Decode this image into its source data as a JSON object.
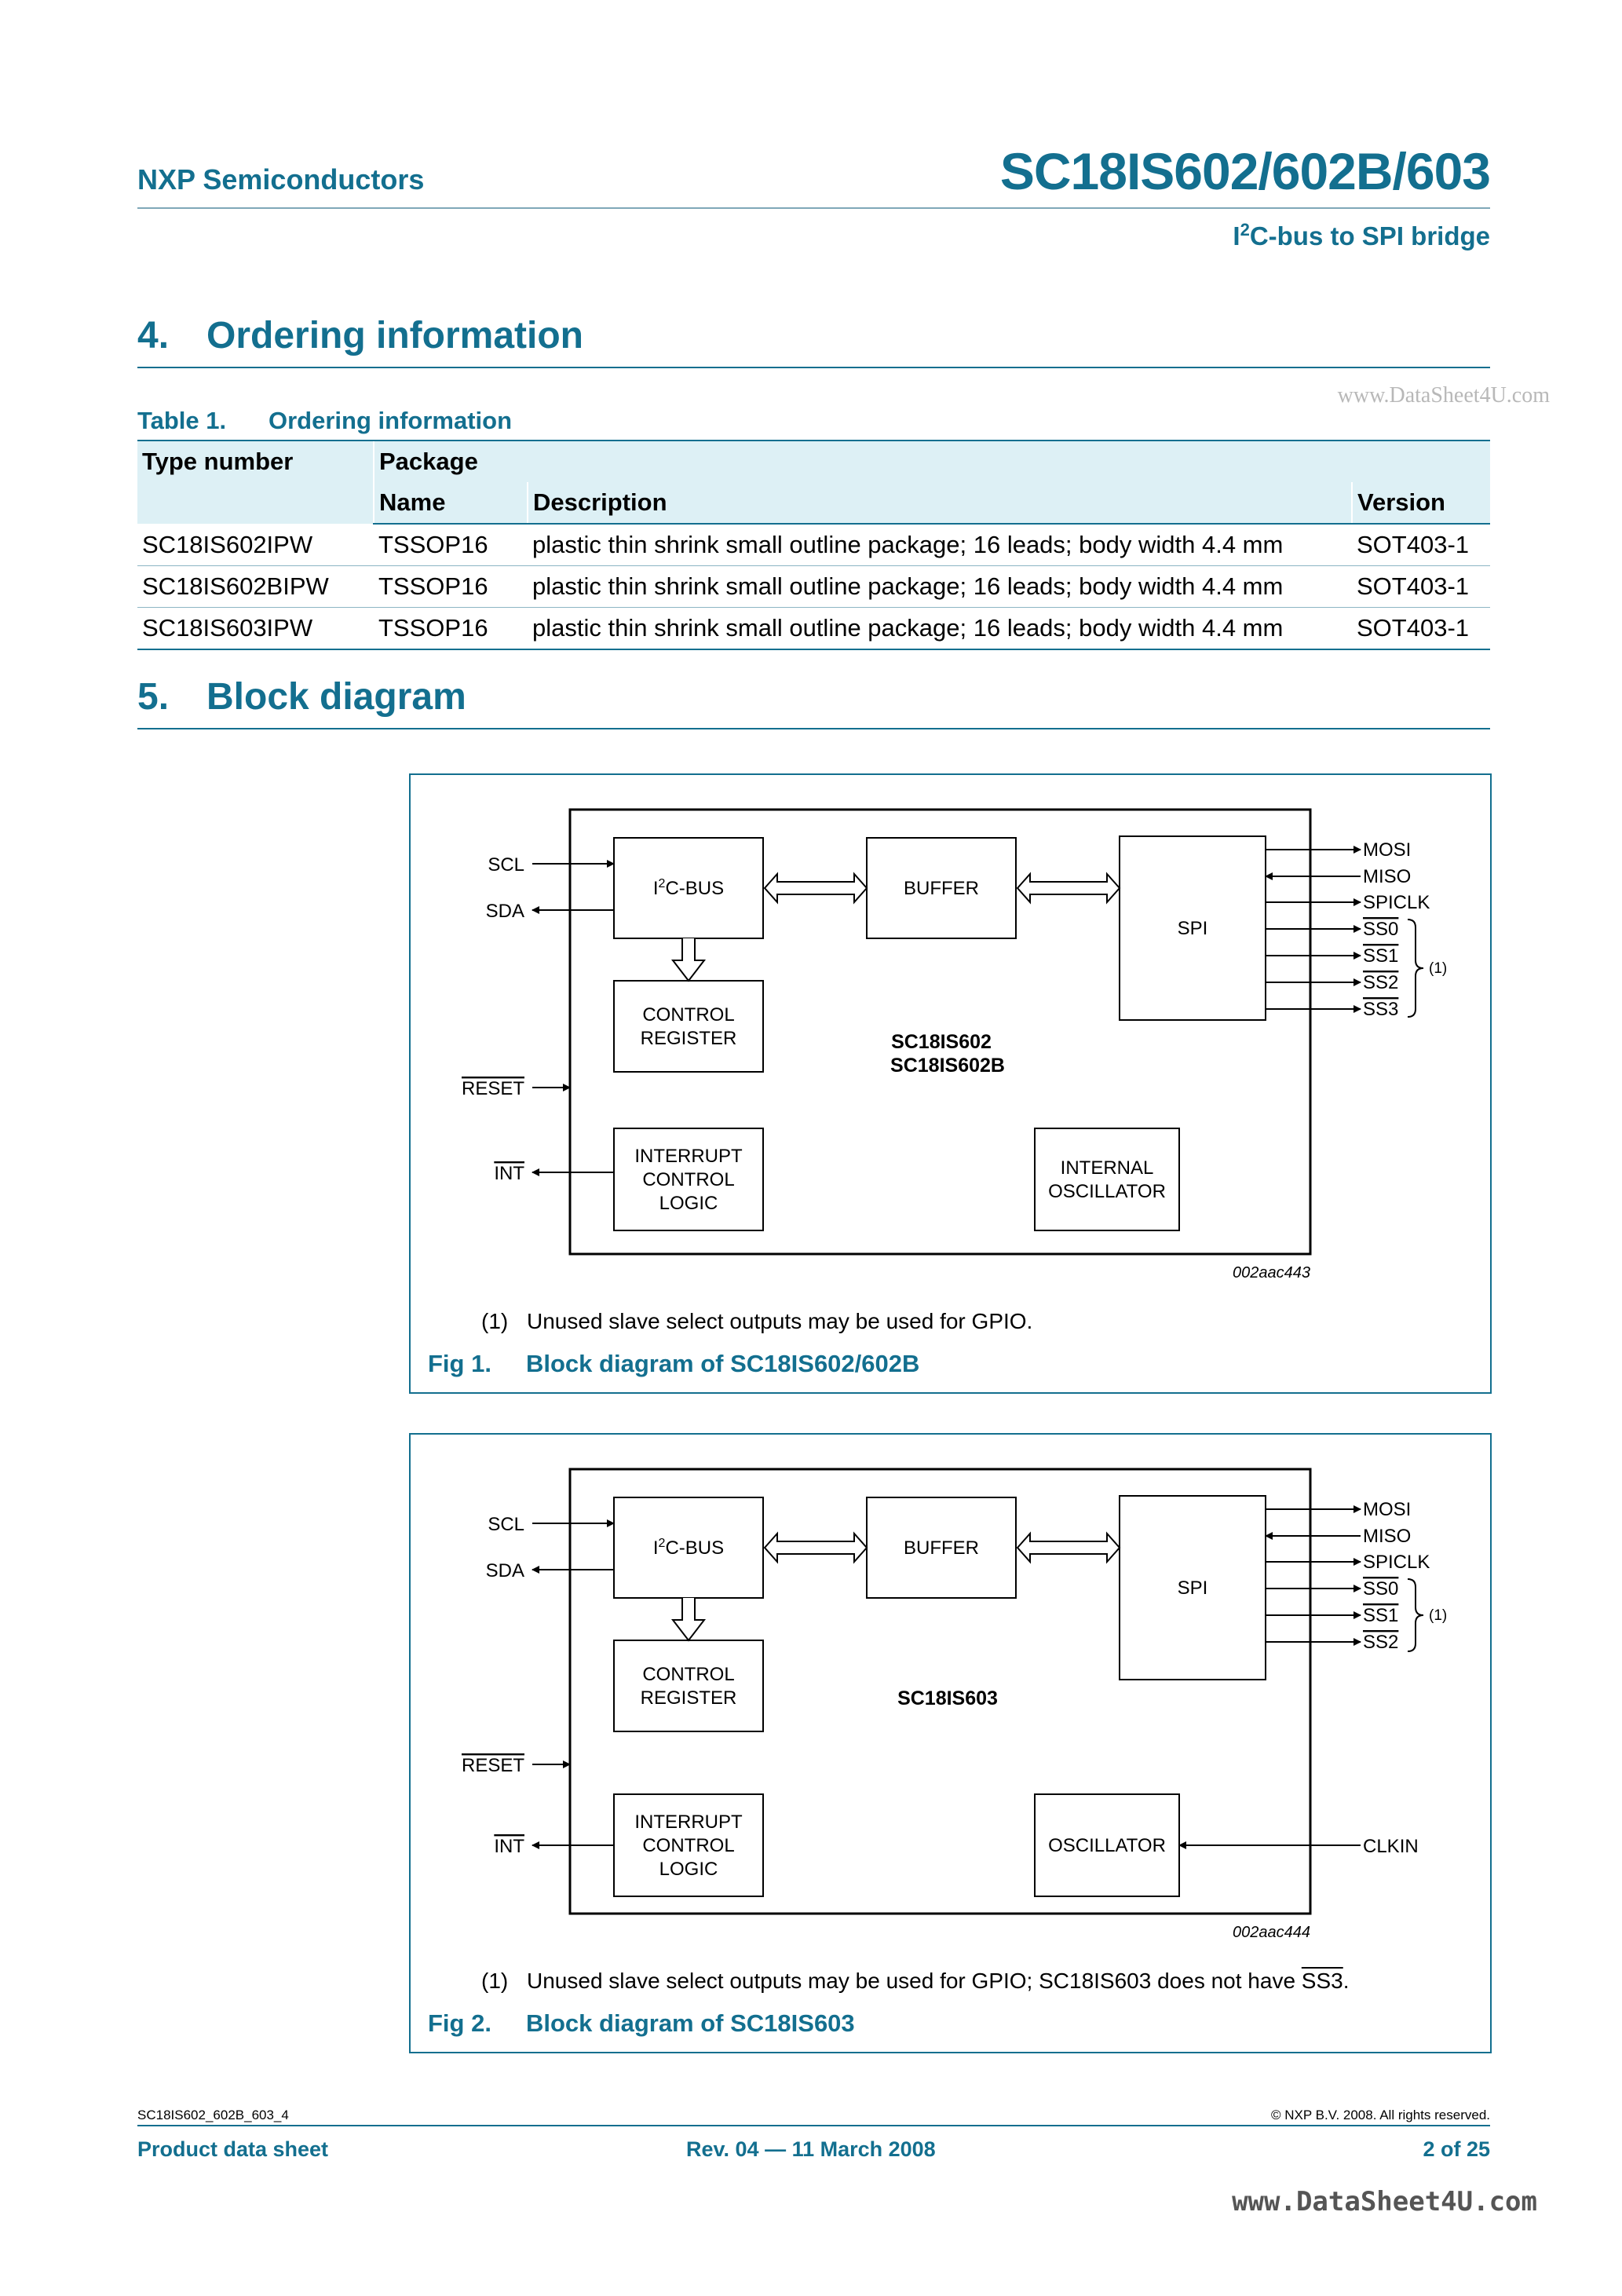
{
  "header": {
    "company": "NXP Semiconductors",
    "product": "SC18IS602/602B/603",
    "subtitle_pre": "I",
    "subtitle_sup": "2",
    "subtitle_post": "C-bus to SPI bridge"
  },
  "watermark_top": "www.DataSheet4U.com",
  "watermark_bottom": "www.DataSheet4U.com",
  "section4": {
    "number": "4.",
    "title": "Ordering information"
  },
  "table1": {
    "label": "Table 1.",
    "title": "Ordering information",
    "headers": {
      "type_number": "Type number",
      "package": "Package",
      "name": "Name",
      "description": "Description",
      "version": "Version"
    },
    "rows": [
      {
        "type": "SC18IS602IPW",
        "name": "TSSOP16",
        "description": "plastic thin shrink small outline package; 16 leads; body width 4.4 mm",
        "version": "SOT403-1"
      },
      {
        "type": "SC18IS602BIPW",
        "name": "TSSOP16",
        "description": "plastic thin shrink small outline package; 16 leads; body width 4.4 mm",
        "version": "SOT403-1"
      },
      {
        "type": "SC18IS603IPW",
        "name": "TSSOP16",
        "description": "plastic thin shrink small outline package; 16 leads; body width 4.4 mm",
        "version": "SOT403-1"
      }
    ]
  },
  "section5": {
    "number": "5.",
    "title": "Block diagram"
  },
  "fig1": {
    "left_pins": {
      "scl": "SCL",
      "sda": "SDA",
      "reset": "RESET",
      "int": "INT"
    },
    "blocks": {
      "i2c_pre": "I",
      "i2c_sup": "2",
      "i2c_post": "C-BUS",
      "buffer": "BUFFER",
      "spi": "SPI",
      "control1": "CONTROL",
      "control2": "REGISTER",
      "interrupt1": "INTERRUPT",
      "interrupt2": "CONTROL",
      "interrupt3": "LOGIC",
      "osc1": "INTERNAL",
      "osc2": "OSCILLATOR"
    },
    "chip_name1": "SC18IS602",
    "chip_name2": "SC18IS602B",
    "right_pins": [
      "MOSI",
      "MISO",
      "SPICLK",
      "SS0",
      "SS1",
      "SS2",
      "SS3"
    ],
    "brace_note": "(1)",
    "code": "002aac443",
    "note_num": "(1)",
    "note": "Unused slave select outputs may be used for GPIO.",
    "caption_label": "Fig 1.",
    "caption": "Block diagram of SC18IS602/602B"
  },
  "fig2": {
    "left_pins": {
      "scl": "SCL",
      "sda": "SDA",
      "reset": "RESET",
      "int": "INT"
    },
    "blocks": {
      "i2c_pre": "I",
      "i2c_sup": "2",
      "i2c_post": "C-BUS",
      "buffer": "BUFFER",
      "spi": "SPI",
      "control1": "CONTROL",
      "control2": "REGISTER",
      "interrupt1": "INTERRUPT",
      "interrupt2": "CONTROL",
      "interrupt3": "LOGIC",
      "osc": "OSCILLATOR"
    },
    "chip_name": "SC18IS603",
    "right_pins": [
      "MOSI",
      "MISO",
      "SPICLK",
      "SS0",
      "SS1",
      "SS2"
    ],
    "clkin": "CLKIN",
    "brace_note": "(1)",
    "code": "002aac444",
    "note_num": "(1)",
    "note_pre": "Unused slave select outputs may be used for GPIO; SC18IS603 does not have ",
    "note_ss": "SS3",
    "note_post": ".",
    "caption_label": "Fig 2.",
    "caption": "Block diagram of SC18IS603"
  },
  "footer": {
    "doc_id": "SC18IS602_602B_603_4",
    "copyright": "© NXP B.V. 2008. All rights reserved.",
    "doc_type": "Product data sheet",
    "revision": "Rev. 04 — 11 March 2008",
    "page": "2 of 25"
  }
}
